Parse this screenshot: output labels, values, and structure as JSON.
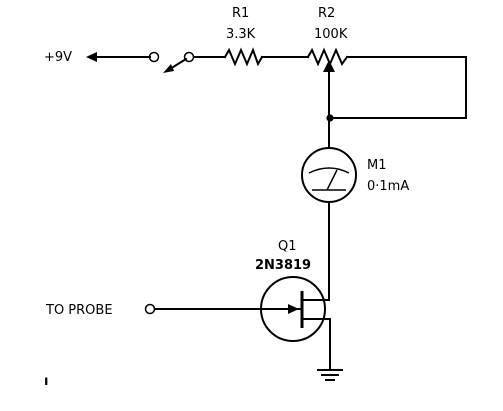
{
  "supply": {
    "label": "+9V"
  },
  "resistor_r1": {
    "ref": "R1",
    "value": "3.3K"
  },
  "resistor_r2": {
    "ref": "R2",
    "value": "100K"
  },
  "meter_m1": {
    "ref": "M1",
    "value": "0·1mA"
  },
  "transistor_q1": {
    "ref": "Q1",
    "part": "2N3819"
  },
  "probe": {
    "label": "TO PROBE"
  },
  "corner_mark": {
    "text": "ı"
  }
}
